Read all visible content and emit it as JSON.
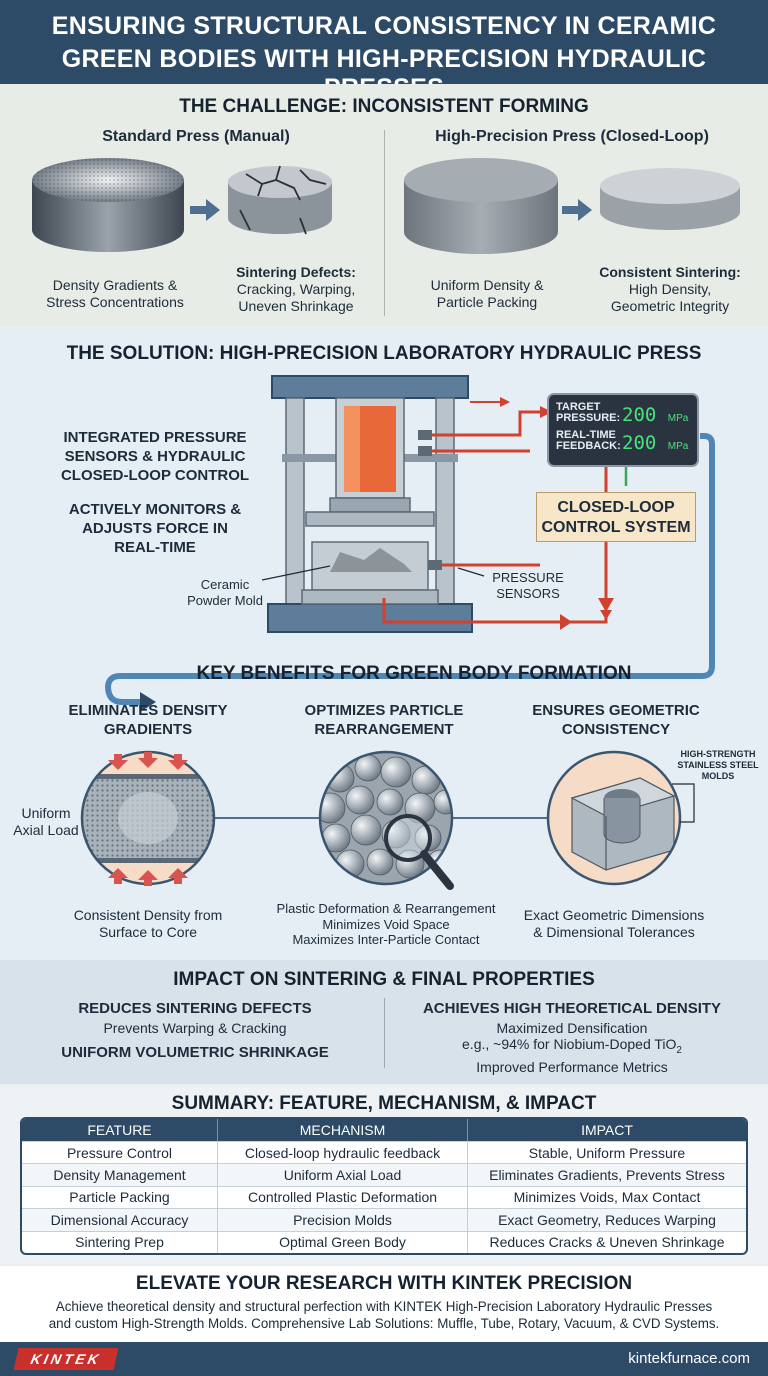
{
  "header": {
    "title_line1": "ENSURING STRUCTURAL CONSISTENCY IN CERAMIC",
    "title_line2": "GREEN BODIES WITH HIGH-PRECISION HYDRAULIC PRESSES"
  },
  "challenge": {
    "title": "THE CHALLENGE: INCONSISTENT FORMING",
    "left_title": "Standard Press (Manual)",
    "right_title": "High-Precision Press (Closed-Loop)",
    "cap1_l1": "Density Gradients &",
    "cap1_l2": "Stress Concentrations",
    "cap2_l1": "Sintering Defects:",
    "cap2_l2": "Cracking, Warping,",
    "cap2_l3": "Uneven Shrinkage",
    "cap3_l1": "Uniform Density &",
    "cap3_l2": "Particle Packing",
    "cap4_l1": "Consistent Sintering:",
    "cap4_l2": "High Density,",
    "cap4_l3": "Geometric Integrity"
  },
  "solution": {
    "title": "THE SOLUTION: HIGH-PRECISION LABORATORY HYDRAULIC PRESS",
    "feat1_l1": "INTEGRATED PRESSURE",
    "feat1_l2": "SENSORS & HYDRAULIC",
    "feat1_l3": "CLOSED-LOOP CONTROL",
    "feat2_l1": "ACTIVELY MONITORS &",
    "feat2_l2": "ADJUSTS FORCE IN",
    "feat2_l3": "REAL-TIME",
    "mold_l1": "Ceramic",
    "mold_l2": "Powder Mold",
    "sensors_l1": "PRESSURE",
    "sensors_l2": "SENSORS",
    "display": {
      "target_l1": "TARGET",
      "target_l2": "PRESSURE:",
      "target_value": "200",
      "target_unit": "MPa",
      "feedback_l1": "REAL-TIME",
      "feedback_l2": "FEEDBACK:",
      "feedback_value": "200",
      "feedback_unit": "MPa"
    },
    "control_l1": "CLOSED-LOOP",
    "control_l2": "CONTROL SYSTEM"
  },
  "benefits": {
    "title": "KEY BENEFITS FOR GREEN BODY FORMATION",
    "b1_title_l1": "ELIMINATES DENSITY",
    "b1_title_l2": "GRADIENTS",
    "b2_title_l1": "OPTIMIZES PARTICLE",
    "b2_title_l2": "REARRANGEMENT",
    "b3_title_l1": "ENSURES GEOMETRIC",
    "b3_title_l2": "CONSISTENCY",
    "axial_l1": "Uniform",
    "axial_l2": "Axial Load",
    "molds_l1": "HIGH-STRENGTH",
    "molds_l2": "STAINLESS STEEL",
    "molds_l3": "MOLDS",
    "b1_cap_l1": "Consistent Density from",
    "b1_cap_l2": "Surface to Core",
    "b2_cap_l1": "Plastic Deformation & Rearrangement",
    "b2_cap_l2": "Minimizes Void Space",
    "b2_cap_l3": "Maximizes Inter-Particle Contact",
    "b3_cap_l1": "Exact Geometric Dimensions",
    "b3_cap_l2": "& Dimensional Tolerances"
  },
  "impact": {
    "title": "IMPACT ON SINTERING & FINAL PROPERTIES",
    "left_h1": "REDUCES SINTERING DEFECTS",
    "left_sub": "Prevents Warping & Cracking",
    "left_h2": "UNIFORM VOLUMETRIC SHRINKAGE",
    "right_h": "ACHIEVES HIGH THEORETICAL DENSITY",
    "right_l1": "Maximized Densification",
    "right_l2": "e.g., ~94% for Niobium-Doped TiO",
    "right_l2_sub": "2",
    "right_l3": "Improved Performance Metrics"
  },
  "summary": {
    "title": "SUMMARY: FEATURE, MECHANISM, & IMPACT",
    "headers": [
      "FEATURE",
      "MECHANISM",
      "IMPACT"
    ],
    "rows": [
      [
        "Pressure Control",
        "Closed-loop hydraulic feedback",
        "Stable, Uniform Pressure"
      ],
      [
        "Density Management",
        "Uniform Axial Load",
        "Eliminates Gradients, Prevents Stress"
      ],
      [
        "Particle Packing",
        "Controlled Plastic Deformation",
        "Minimizes Voids, Max Contact"
      ],
      [
        "Dimensional Accuracy",
        "Precision Molds",
        "Exact Geometry, Reduces Warping"
      ],
      [
        "Sintering Prep",
        "Optimal Green Body",
        "Reduces Cracks & Uneven Shrinkage"
      ]
    ]
  },
  "cta": {
    "title": "ELEVATE YOUR RESEARCH WITH KINTEK PRECISION",
    "l1": "Achieve theoretical density and structural perfection with KINTEK High-Precision Laboratory Hydraulic Presses",
    "l2": "and custom High-Strength Molds. Comprehensive Lab Solutions: Muffle, Tube, Rotary, Vacuum, & CVD Systems."
  },
  "footer": {
    "logo": "KINTEK",
    "site": "kintekfurnace.com"
  },
  "colors": {
    "navy": "#2d4a66",
    "red_line": "#d0412f",
    "orange_fluid": "#e8683a",
    "green_digits": "#4be07a",
    "control_box": "#f8e6c8"
  }
}
